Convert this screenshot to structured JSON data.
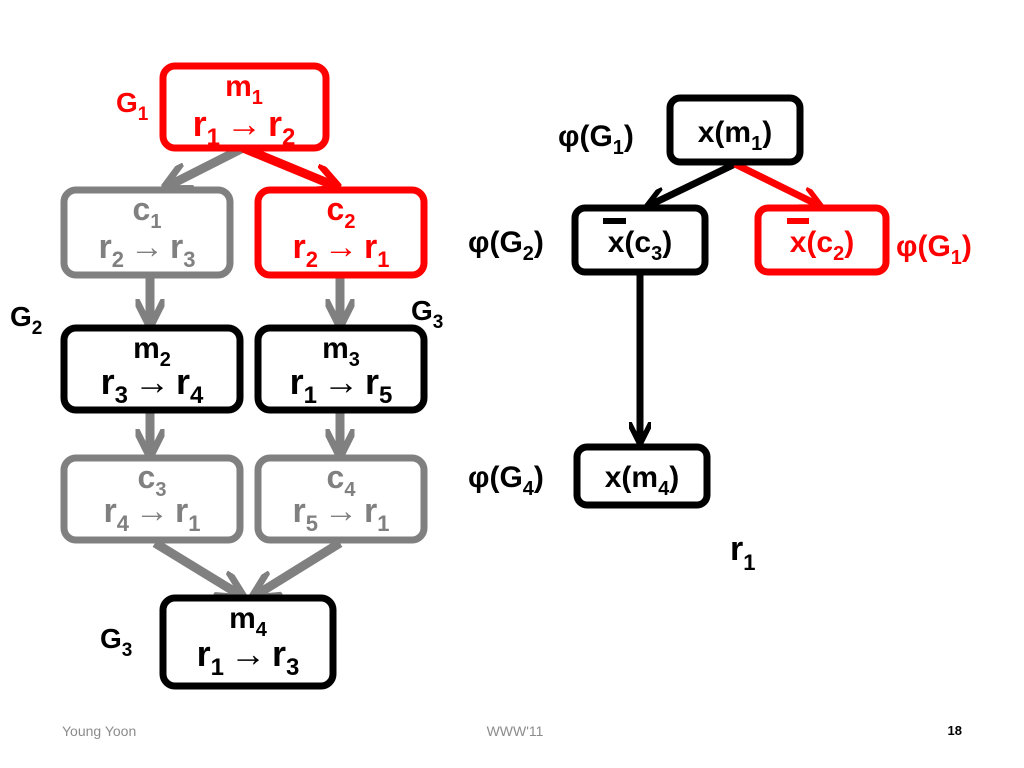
{
  "colors": {
    "red": "#ff0000",
    "gray": "#808080",
    "black": "#000000"
  },
  "left_tree": {
    "m1": {
      "head": "m",
      "head_sub": "1",
      "from": "r",
      "from_sub": "1",
      "arrow": "→",
      "to": "r",
      "to_sub": "2"
    },
    "c1": {
      "head": "c",
      "head_sub": "1",
      "from": "r",
      "from_sub": "2",
      "arrow": "→",
      "to": "r",
      "to_sub": "3"
    },
    "c2": {
      "head": "c",
      "head_sub": "2",
      "from": "r",
      "from_sub": "2",
      "arrow": "→",
      "to": "r",
      "to_sub": "1"
    },
    "m2": {
      "head": "m",
      "head_sub": "2",
      "from": "r",
      "from_sub": "3",
      "arrow": "→",
      "to": "r",
      "to_sub": "4"
    },
    "m3": {
      "head": "m",
      "head_sub": "3",
      "from": "r",
      "from_sub": "1",
      "arrow": "→",
      "to": "r",
      "to_sub": "5"
    },
    "c3": {
      "head": "c",
      "head_sub": "3",
      "from": "r",
      "from_sub": "4",
      "arrow": "→",
      "to": "r",
      "to_sub": "1"
    },
    "c4": {
      "head": "c",
      "head_sub": "4",
      "from": "r",
      "from_sub": "5",
      "arrow": "→",
      "to": "r",
      "to_sub": "1"
    },
    "m4": {
      "head": "m",
      "head_sub": "4",
      "from": "r",
      "from_sub": "1",
      "arrow": "→",
      "to": "r",
      "to_sub": "3"
    }
  },
  "group_labels": {
    "g1": {
      "text": "G",
      "sub": "1"
    },
    "g2": {
      "text": "G",
      "sub": "2"
    },
    "g3_upper": {
      "text": "G",
      "sub": "3"
    },
    "g3_lower": {
      "text": "G",
      "sub": "3"
    }
  },
  "right_tree": {
    "xm1": {
      "text": "x(m",
      "sub": "1",
      "close": ")"
    },
    "xc3": {
      "text": "x(c",
      "sub": "3",
      "close": ")"
    },
    "xc2": {
      "text": "x(c",
      "sub": "2",
      "close": ")"
    },
    "xm4": {
      "text": "x(m",
      "sub": "4",
      "close": ")"
    }
  },
  "phi_labels": {
    "phi_g1_top": {
      "text": "φ(G",
      "sub": "1",
      "close": ")"
    },
    "phi_g2": {
      "text": "φ(G",
      "sub": "2",
      "close": ")"
    },
    "phi_g1_right": {
      "text": "φ(G",
      "sub": "1",
      "close": ")"
    },
    "phi_g4": {
      "text": "φ(G",
      "sub": "4",
      "close": ")"
    }
  },
  "r1_label": {
    "text": "r",
    "sub": "1"
  },
  "footer": {
    "left": "Young Yoon",
    "center": "WWW'11",
    "right": "18"
  }
}
